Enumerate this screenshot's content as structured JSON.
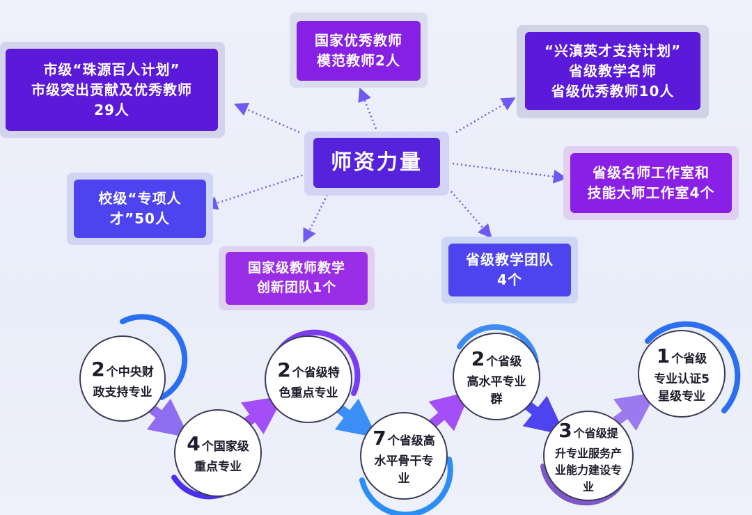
{
  "center": {
    "label": "师资力量"
  },
  "boxes": [
    {
      "lines": [
        "市级“珠源百人计划”",
        "市级突出贡献及优秀教师",
        "29人"
      ]
    },
    {
      "lines": [
        "国家优秀教师",
        "模范教师2人"
      ]
    },
    {
      "lines": [
        "“兴滇英才支持计划”",
        "省级教学名师",
        "省级优秀教师10人"
      ]
    },
    {
      "lines": [
        "省级名师工作室和",
        "技能大师工作室4个"
      ]
    },
    {
      "lines": [
        "省级教学团队",
        "4个"
      ]
    },
    {
      "lines": [
        "国家级教师教学",
        "创新团队1个"
      ]
    },
    {
      "lines": [
        "校级“专项人",
        "才”50人"
      ]
    }
  ],
  "circles": [
    {
      "num": "2",
      "first": "个中央财",
      "rest": [
        "政支持专业"
      ]
    },
    {
      "num": "4",
      "first": "个国家级",
      "rest": [
        "重点专业"
      ]
    },
    {
      "num": "2",
      "first": "个省级特",
      "rest": [
        "色重点专业"
      ]
    },
    {
      "num": "7",
      "first": "个省级高",
      "rest": [
        "水平骨干专",
        "业"
      ]
    },
    {
      "num": "2",
      "first": "个省级",
      "rest": [
        "高水平专业",
        "群"
      ]
    },
    {
      "num": "3",
      "first": "个省级提",
      "rest": [
        "升专业服务产",
        "业能力建设专",
        "业"
      ]
    },
    {
      "num": "1",
      "first": "个省级",
      "rest": [
        "专业认证5",
        "星级专业"
      ]
    }
  ],
  "colors": {
    "dark_purple": "#5b19d9",
    "violet": "#8a1fe6",
    "blue": "#4d44ef",
    "ring_blue": "#2a6ef2",
    "ring_purple": "#7a3cf0",
    "arrow_purple": "#a34ef7",
    "arrow_blue": "#3a8ef5"
  }
}
